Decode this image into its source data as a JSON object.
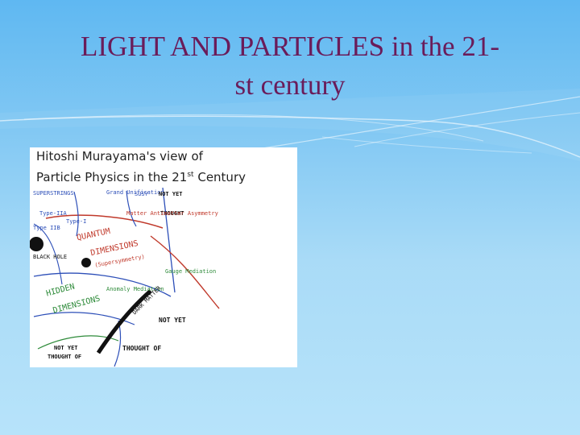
{
  "slide": {
    "title_line1": "LIGHT AND PARTICLES in the 21-",
    "title_line2": "st century"
  },
  "figure": {
    "heading_line1": "Hitoshi Murayama's view of",
    "heading_line2_pre": "Particle Physics in the 21",
    "heading_line2_sup": "st",
    "heading_line2_post": " Century",
    "labels": {
      "superstrings": "SUPERSTRINGS",
      "grand_unification": "Grand Unification",
      "susy": "SUSY",
      "not_yet_1": "NOT YET",
      "thought_of_1": "THOUGHT",
      "type_iib": "Type IIB",
      "type_iia": "Type-IIA",
      "type_i": "Type-I",
      "black_hole": "BLACK HOLE",
      "quantum": "QUANTUM",
      "dimensions_1": "DIMENSIONS",
      "supersymmetry": "(Supersymmetry)",
      "hidden": "HIDDEN",
      "dimensions_2": "DIMENSIONS",
      "dark_matter": "DARK MATTER",
      "not_yet_2": "NOT YET",
      "thought_of_2": "THOUGHT OF",
      "not_yet_3": "NOT YET",
      "thought_of_3": "THOUGHT OF",
      "matter_antimatter": "Matter Antimatter Asymmetry",
      "gauge_mediation": "Gauge Mediation",
      "anomaly_mediation": "Anomaly Mediation"
    }
  },
  "colors": {
    "title": "#6a1c5a",
    "background_top": "#5fb8f2",
    "background_bottom": "#b7e3fa",
    "sketch_blue": "#2d4fb8",
    "sketch_red": "#c0392b",
    "sketch_green": "#2e8b3a"
  }
}
